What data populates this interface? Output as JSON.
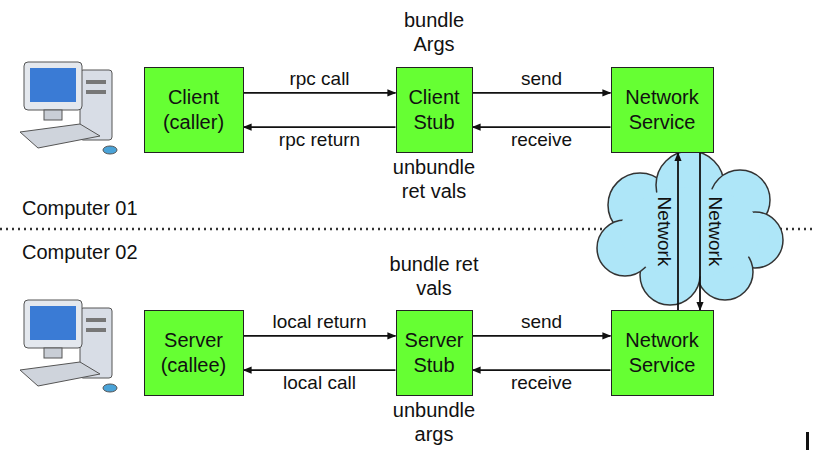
{
  "diagram": {
    "nodes": [
      {
        "text": [
          "Client (caller)"
        ]
      },
      {
        "text": [
          "Client Stub"
        ]
      },
      {
        "text": [
          "Network Service"
        ]
      },
      {
        "text": [
          "Server (callee)"
        ]
      },
      {
        "text": [
          "Server Stub"
        ]
      },
      {
        "text": [
          "Network Service"
        ]
      }
    ],
    "edges": [
      {
        "from": 0,
        "to": 1,
        "label": "rpc call",
        "arrow": "to"
      },
      {
        "from": 1,
        "to": 0,
        "label": "rpc return",
        "arrow": "to"
      },
      {
        "from": 1,
        "to": 2,
        "label": "send",
        "arrow": "to"
      },
      {
        "from": 2,
        "to": 1,
        "label": "receive",
        "arrow": "to"
      },
      {
        "from": 5,
        "to": 2,
        "label": "Network",
        "arrow": "to"
      },
      {
        "from": 2,
        "to": 5,
        "label": "Network",
        "arrow": "to"
      },
      {
        "from": 3,
        "to": 4,
        "label": "local return",
        "arrow": "to"
      },
      {
        "from": 4,
        "to": 3,
        "label": "local call",
        "arrow": "to"
      },
      {
        "from": 4,
        "to": 5,
        "label": "send",
        "arrow": "to"
      },
      {
        "from": 5,
        "to": 4,
        "label": "receive",
        "arrow": "to"
      }
    ],
    "labels": [
      "bundle Args",
      "unbundle ret vals",
      "Computer 01",
      "Computer 02",
      "bundle ret vals",
      "unbundle args"
    ]
  }
}
